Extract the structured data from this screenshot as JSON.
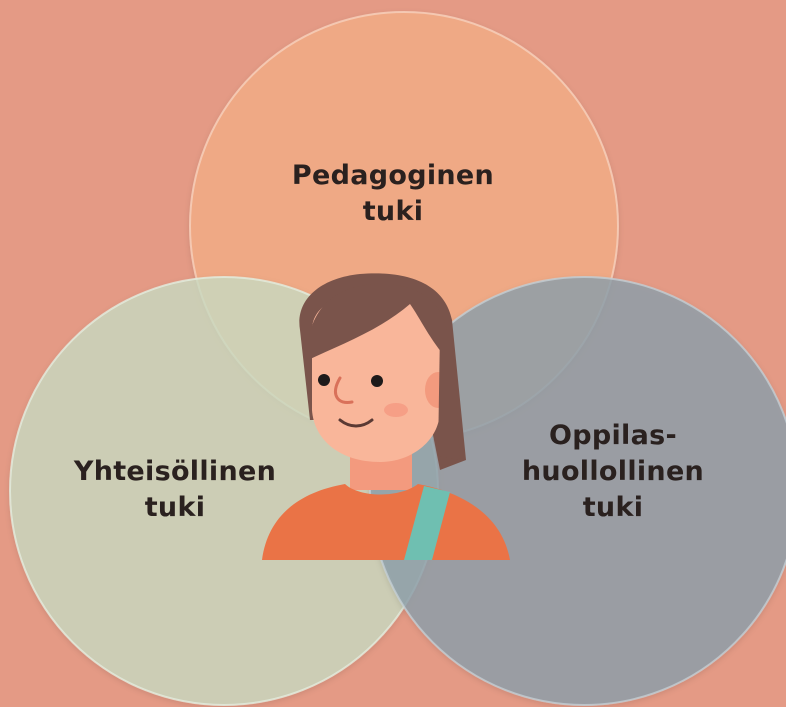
{
  "diagram": {
    "background_color": "#e49a85",
    "circles": [
      {
        "id": "pedagogical",
        "color": "#f2ad86",
        "lines": [
          "Pedagoginen",
          "tuki"
        ]
      },
      {
        "id": "communal",
        "color": "#c9dcc3",
        "lines": [
          "Yhteisöllinen",
          "tuki"
        ]
      },
      {
        "id": "student-welfare",
        "color": "#8ea0a9",
        "lines": [
          "Oppilas-",
          "huollollinen",
          "tuki"
        ]
      }
    ],
    "center_image": {
      "icon": "student-avatar-icon",
      "hair_color": "#7a544b",
      "shirt_color": "#ea7346",
      "strap_color": "#6fbfb1"
    }
  }
}
